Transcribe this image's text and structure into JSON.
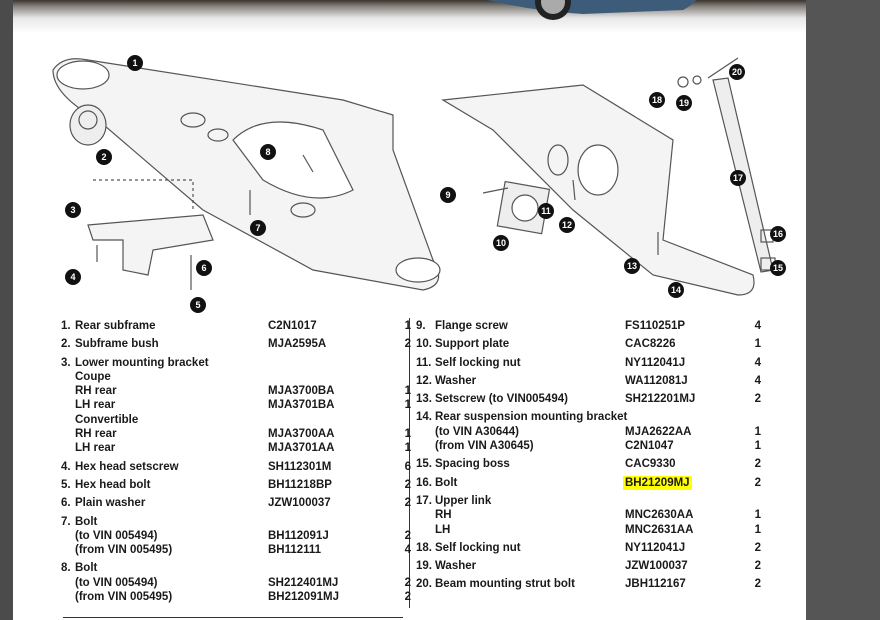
{
  "diagram": {
    "callouts": [
      "1",
      "2",
      "3",
      "4",
      "5",
      "6",
      "7",
      "8",
      "9",
      "10",
      "11",
      "12",
      "13",
      "14",
      "15",
      "16",
      "17",
      "18",
      "19",
      "20"
    ]
  },
  "parts_left": [
    {
      "num": "1.",
      "name": "Rear subframe",
      "part": "C2N1017",
      "qty": "1"
    },
    {
      "num": "2.",
      "name": "Subframe bush",
      "part": "MJA2595A",
      "qty": "2"
    },
    {
      "num": "3.",
      "name": "Lower mounting bracket",
      "part": "",
      "qty": ""
    },
    {
      "num": "",
      "name": "Coupe",
      "part": "",
      "qty": ""
    },
    {
      "num": "",
      "name": "RH rear",
      "part": "MJA3700BA",
      "qty": "1"
    },
    {
      "num": "",
      "name": "LH rear",
      "part": "MJA3701BA",
      "qty": "1"
    },
    {
      "num": "",
      "name": "Convertible",
      "part": "",
      "qty": ""
    },
    {
      "num": "",
      "name": "RH rear",
      "part": "MJA3700AA",
      "qty": "1"
    },
    {
      "num": "",
      "name": "LH rear",
      "part": "MJA3701AA",
      "qty": "1"
    },
    {
      "num": "4.",
      "name": "Hex head setscrew",
      "part": "SH112301M",
      "qty": "6"
    },
    {
      "num": "5.",
      "name": "Hex head bolt",
      "part": "BH11218BP",
      "qty": "2"
    },
    {
      "num": "6.",
      "name": "Plain washer",
      "part": "JZW100037",
      "qty": "2"
    },
    {
      "num": "7.",
      "name": "Bolt",
      "part": "",
      "qty": ""
    },
    {
      "num": "",
      "name": "(to VIN 005494)",
      "part": "BH112091J",
      "qty": "2"
    },
    {
      "num": "",
      "name": "(from VIN 005495)",
      "part": "BH112111",
      "qty": "4"
    },
    {
      "num": "8.",
      "name": "Bolt",
      "part": "",
      "qty": ""
    },
    {
      "num": "",
      "name": "(to VIN 005494)",
      "part": "SH212401MJ",
      "qty": "2"
    },
    {
      "num": "",
      "name": "(from VIN 005495)",
      "part": "BH212091MJ",
      "qty": "2"
    }
  ],
  "parts_right": [
    {
      "num": "9.",
      "name": "Flange screw",
      "part": "FS110251P",
      "qty": "4"
    },
    {
      "num": "10.",
      "name": "Support plate",
      "part": "CAC8226",
      "qty": "1"
    },
    {
      "num": "11.",
      "name": "Self locking nut",
      "part": "NY112041J",
      "qty": "4"
    },
    {
      "num": "12.",
      "name": "Washer",
      "part": "WA112081J",
      "qty": "4"
    },
    {
      "num": "13.",
      "name": "Setscrew (to VIN005494)",
      "part": "SH212201MJ",
      "qty": "2"
    },
    {
      "num": "14.",
      "name": "Rear suspension mounting bracket",
      "part": "",
      "qty": ""
    },
    {
      "num": "",
      "name": "(to VIN A30644)",
      "part": "MJA2622AA",
      "qty": "1"
    },
    {
      "num": "",
      "name": "(from VIN A30645)",
      "part": "C2N1047",
      "qty": "1"
    },
    {
      "num": "15.",
      "name": "Spacing boss",
      "part": "CAC9330",
      "qty": "2"
    },
    {
      "num": "16.",
      "name": "Bolt",
      "part": "BH21209MJ",
      "qty": "2",
      "highlight": true
    },
    {
      "num": "17.",
      "name": "Upper link",
      "part": "",
      "qty": ""
    },
    {
      "num": "",
      "name": "RH",
      "part": "MNC2630AA",
      "qty": "1"
    },
    {
      "num": "",
      "name": "LH",
      "part": "MNC2631AA",
      "qty": "1"
    },
    {
      "num": "18.",
      "name": "Self locking nut",
      "part": "NY112041J",
      "qty": "2"
    },
    {
      "num": "19.",
      "name": "Washer",
      "part": "JZW100037",
      "qty": "2"
    },
    {
      "num": "20.",
      "name": "Beam mounting strut bolt",
      "part": "JBH112167",
      "qty": "2"
    }
  ],
  "colors": {
    "highlight": "#ffff00",
    "viewer_bg": "#4b4b4b"
  }
}
